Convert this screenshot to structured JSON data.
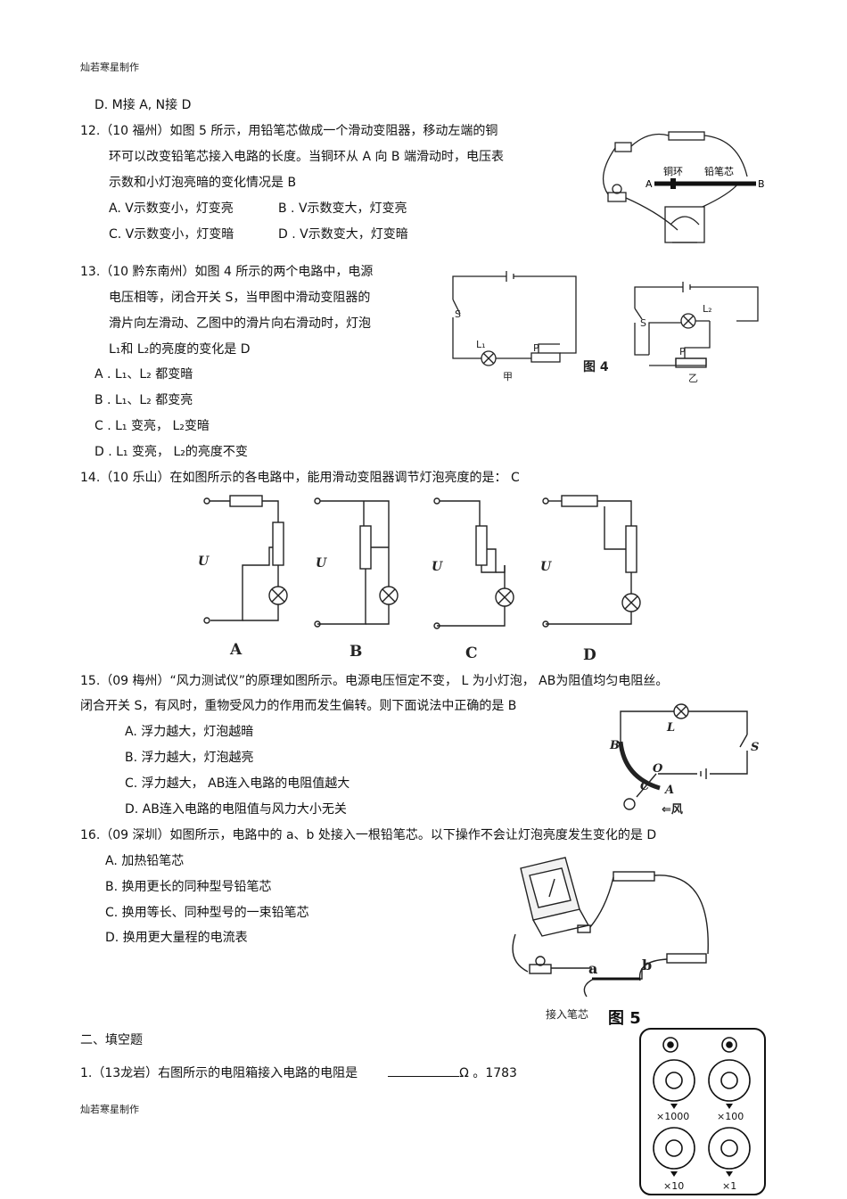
{
  "header": "灿若寒星制作",
  "footer": "灿若寒星制作",
  "q11": {
    "optD": "D.  M接 A,  N接 D"
  },
  "q12": {
    "l1": "12.（10 福州）如图    5 所示，用铅笔芯做成一个滑动变阻器，移动左端的铜",
    "l2": "环可以改变铅笔芯接入电路的长度。当铜环从          A 向 B 端滑动时，电压表",
    "l3": "示数和小灯泡亮暗的变化情况是          B",
    "optA": "A.  V示数变小，灯变亮",
    "optB": "B  .  V示数变大，灯变亮",
    "optC": "C.  V示数变小，灯变暗",
    "optD": "D  .  V示数变大，灯变暗",
    "fig": {
      "ring": "铜环",
      "core": "铅笔芯",
      "A": "A",
      "B": "B"
    }
  },
  "q13": {
    "l1": "13.（10 黔东南州）如图    4 所示的两个电路中，电源",
    "l2": "电压相等，闭合开关      S，当甲图中滑动变阻器的",
    "l3": "滑片向左滑动、乙图中的滑片向右滑动时，灯泡",
    "l4": "L₁和 L₂的亮度的变化是    D",
    "optA": "A  .  L₁、L₂ 都变暗",
    "optB": "B  .  L₁、L₂ 都变亮",
    "optC": "C  .  L₁ 变亮，  L₂变暗",
    "optD": "D  .  L₁ 变亮，  L₂的亮度不变",
    "fig": {
      "S": "S",
      "L1": "L₁",
      "L2": "L₂",
      "P": "P",
      "cap": "图 4",
      "jia": "甲",
      "yi": "乙"
    }
  },
  "q14": {
    "l1": "14.（10 乐山）在如图所示的各电路中，能用滑动变阻器调节灯泡亮度的是：               C",
    "U": "U",
    "labels": [
      "A",
      "B",
      "C",
      "D"
    ]
  },
  "q15": {
    "l1": "15.（09 梅州）“风力测试仪”的原理如图所示。电源电压恒定不变，           L 为小灯泡，    AB为阻值均匀电阻丝。",
    "l2": "闭合开关    S，有风时，重物受风力的作用而发生偏转。则下面说法中正确的是                  B",
    "optA": "A.  浮力越大，灯泡越暗",
    "optB": "B.  浮力越大，灯泡越亮",
    "optC": "C.  浮力越大，    AB连入电路的电阻值越大",
    "optD": "D.  AB连入电路的电阻值与风力大小无关",
    "fig": {
      "L": "L",
      "B": "B",
      "S": "S",
      "O": "O",
      "C": "C",
      "A": "A",
      "wind": "⇐风"
    }
  },
  "q16": {
    "l1": "16.（09 深圳）如图所示，电路中的      a、b 处接入一根铅笔芯。以下操作不会让灯泡亮度发生变化的是              D",
    "optA": "A. 加热铅笔芯",
    "optB": "B. 换用更长的同种型号铅笔芯",
    "optC": "C. 换用等长、同种型号的一束铅笔芯",
    "optD": "D. 换用更大量程的电流表",
    "fig": {
      "a": "a",
      "b": "b",
      "label": "接入笔芯",
      "cap": "图 5"
    }
  },
  "section2": "二、填空题",
  "f1": {
    "pre": "1.（13龙岩）右图所示的电阻箱接入电路的电阻是",
    "post": "Ω 。1783"
  },
  "box": {
    "m1": "×1000",
    "m2": "×100",
    "m3": "×10",
    "m4": "×1"
  }
}
